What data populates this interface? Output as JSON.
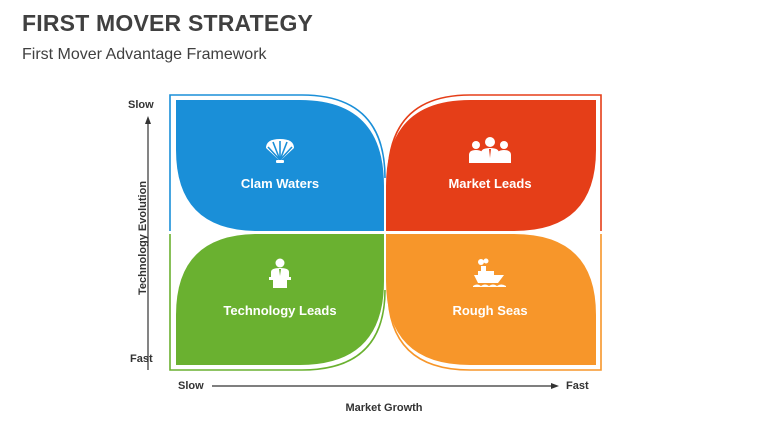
{
  "header": {
    "title": "FIRST MOVER STRATEGY",
    "subtitle": "First Mover Advantage Framework"
  },
  "axes": {
    "y": {
      "title": "Technology Evolution",
      "top_label": "Slow",
      "bottom_label": "Fast"
    },
    "x": {
      "title": "Market Growth",
      "left_label": "Slow",
      "right_label": "Fast"
    }
  },
  "quadrants": [
    {
      "label": "Clam Waters",
      "icon": "shell-icon",
      "color": "#1a8fd8"
    },
    {
      "label": "Market Leads",
      "icon": "team-icon",
      "color": "#e53e18"
    },
    {
      "label": "Technology Leads",
      "icon": "presenter-icon",
      "color": "#6ab130"
    },
    {
      "label": "Rough Seas",
      "icon": "ship-icon",
      "color": "#f7962a"
    }
  ]
}
